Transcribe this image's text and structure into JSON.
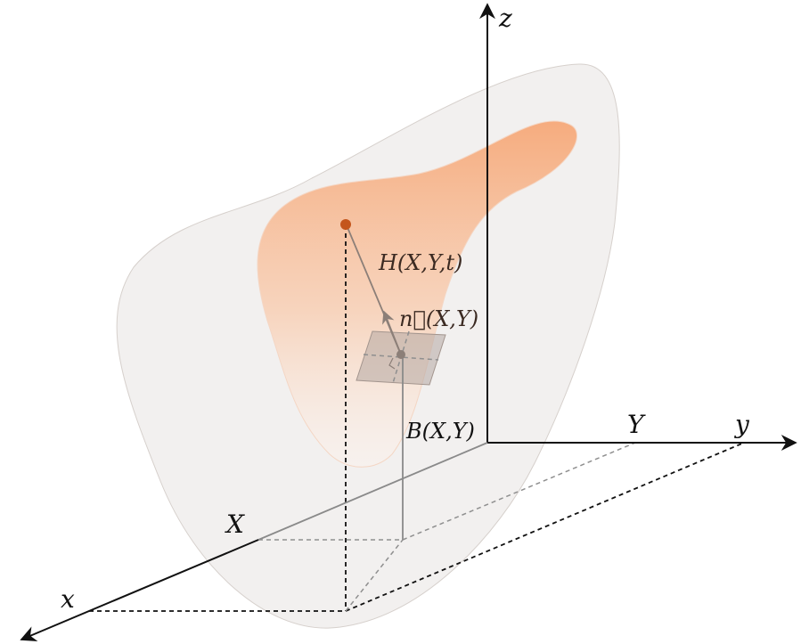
{
  "labels": {
    "z_axis": "z",
    "x_axis": "x",
    "y_axis": "y",
    "X_mark": "X",
    "Y_mark": "Y",
    "H_label": "H(X,Y,t)",
    "n_label": "n⃗(X,Y)",
    "B_label": "B(X,Y)"
  },
  "colors": {
    "bottom_surface": "#e8e4e1",
    "water_surface_top": "#f6a878",
    "water_surface_bottom": "#fff3ec",
    "point": "#c4561c",
    "axes": "#111111",
    "guides": "#8f8f8f",
    "normal_vector": "#8c7f78",
    "tangent_plane": "#b5a8a2"
  }
}
